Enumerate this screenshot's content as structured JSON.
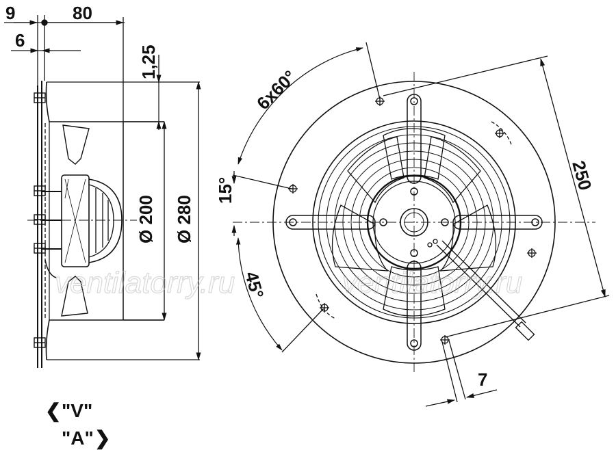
{
  "dimensions": {
    "d9": "9",
    "d80": "80",
    "d6": "6",
    "d125": "1,25",
    "d200": "Ø 200",
    "d280": "Ø 280",
    "d6x60": "6x60°",
    "d15": "15°",
    "d45": "45°",
    "d250": "250",
    "d7": "7"
  },
  "watermark": {
    "left": "ventilatorry.ru",
    "right": "ventilatorry.ru"
  },
  "legend": {
    "v_arrow": "❮",
    "v_label": "\"V\"",
    "a_label": "\"A\"",
    "a_arrow": "❯"
  }
}
